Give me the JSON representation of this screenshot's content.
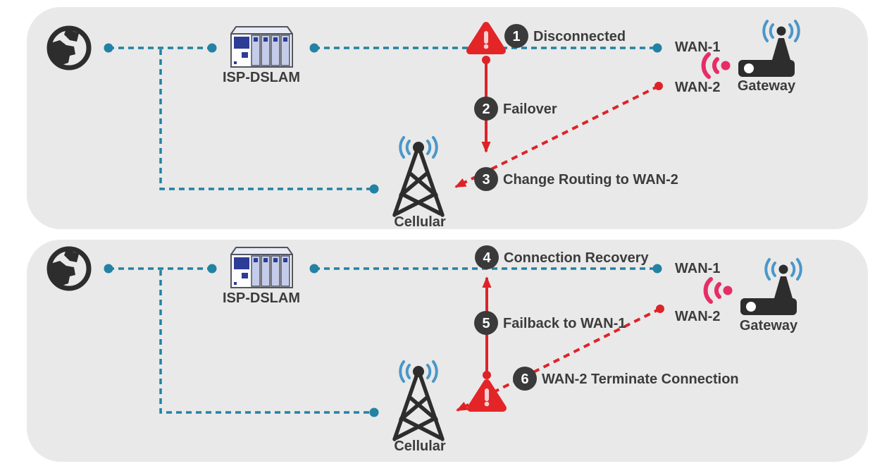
{
  "diagram_title": "WAN failover and failback diagram",
  "colors": {
    "panel_bg": "#e9e9e9",
    "teal_link": "#2282a3",
    "red_link": "#dd2328",
    "warning_red": "#e42528",
    "pink_signal": "#e72d66",
    "blue_signal": "#4a97c9",
    "icon_dark": "#2d2d2d",
    "badge_bg": "#3a3a3a",
    "text": "#3c3c3c",
    "dslam_module_blue": "#2c3c97",
    "dslam_slat_blue": "#c4cce9"
  },
  "panels": [
    {
      "name": "failover",
      "devices": {
        "isp_dslam": "ISP-DSLAM",
        "cellular": "Cellular",
        "gateway": "Gateway",
        "wan1": "WAN-1",
        "wan2": "WAN-2"
      },
      "steps": [
        {
          "num": "1",
          "label": "Disconnected"
        },
        {
          "num": "2",
          "label": "Failover"
        },
        {
          "num": "3",
          "label": "Change Routing to WAN-2"
        }
      ]
    },
    {
      "name": "failback",
      "devices": {
        "isp_dslam": "ISP-DSLAM",
        "cellular": "Cellular",
        "gateway": "Gateway",
        "wan1": "WAN-1",
        "wan2": "WAN-2"
      },
      "steps": [
        {
          "num": "4",
          "label": "Connection Recovery"
        },
        {
          "num": "5",
          "label": "Failback to WAN-1"
        },
        {
          "num": "6",
          "label": "WAN-2 Terminate Connection"
        }
      ]
    }
  ]
}
